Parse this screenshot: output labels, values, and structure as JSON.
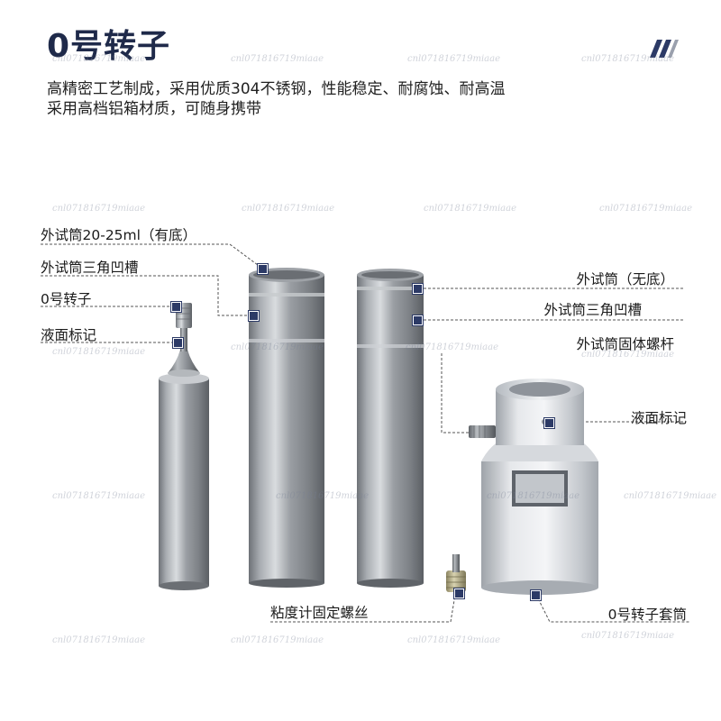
{
  "header": {
    "title": "0号转子",
    "desc_line1": "高精密工艺制成，采用优质304不锈钢，性能稳定、耐腐蚀、耐高温",
    "desc_line2": "采用高档铝箱材质，可随身携带"
  },
  "labels": {
    "outer_tube_bottom": "外试筒20-25ml（有底）",
    "outer_tube_groove_left": "外试筒三角凹槽",
    "rotor": "0号转子",
    "liquid_mark_left": "液面标记",
    "outer_tube_no_bottom": "外试筒（无底）",
    "outer_tube_groove_right": "外试筒三角凹槽",
    "fixing_screw_rod": "外试筒固体螺杆",
    "liquid_mark_right": "液面标记",
    "viscometer_screw": "粘度计固定螺丝",
    "rotor_sleeve": "0号转子套筒"
  },
  "watermark": "cnl071816719miaae",
  "colors": {
    "title": "#1f2a4a",
    "marker": "#2c3a66",
    "leader": "#555555"
  }
}
